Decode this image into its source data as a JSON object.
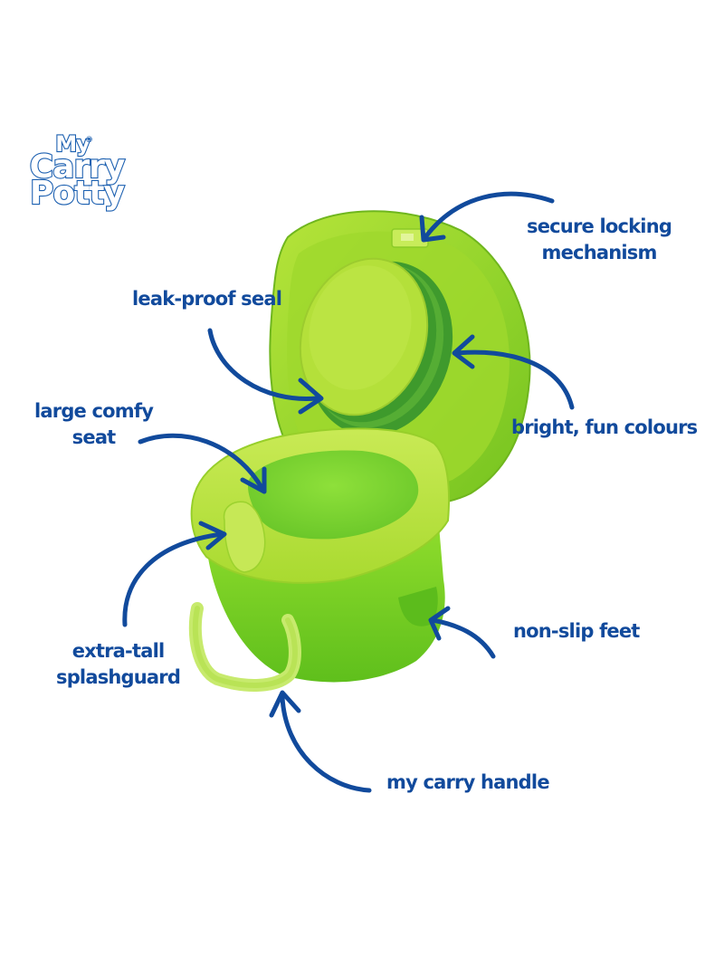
{
  "brand": {
    "logo_lines": [
      "My",
      "Carry",
      "Potty"
    ],
    "registered_mark": "®"
  },
  "product": {
    "name": "My Carry Potty",
    "color_primary": "#7ed321",
    "color_lid": "#a6dc2e",
    "color_seat": "#b9e33a",
    "color_seal": "#3f9a2d"
  },
  "callouts": [
    {
      "id": "secure-locking-mechanism",
      "lines": [
        "secure locking",
        "mechanism"
      ]
    },
    {
      "id": "leak-proof-seal",
      "lines": [
        "leak-proof seal"
      ]
    },
    {
      "id": "bright-fun-colours",
      "lines": [
        "bright, fun colours"
      ]
    },
    {
      "id": "large-comfy-seat",
      "lines": [
        "large comfy",
        "seat"
      ]
    },
    {
      "id": "extra-tall-splashguard",
      "lines": [
        "extra-tall",
        "splashguard"
      ]
    },
    {
      "id": "non-slip-feet",
      "lines": [
        "non-slip feet"
      ]
    },
    {
      "id": "my-carry-handle",
      "lines": [
        "my carry handle"
      ]
    }
  ],
  "style": {
    "text_color": "#114a9c",
    "arrow_color": "#114a9c",
    "background": "#ffffff"
  }
}
